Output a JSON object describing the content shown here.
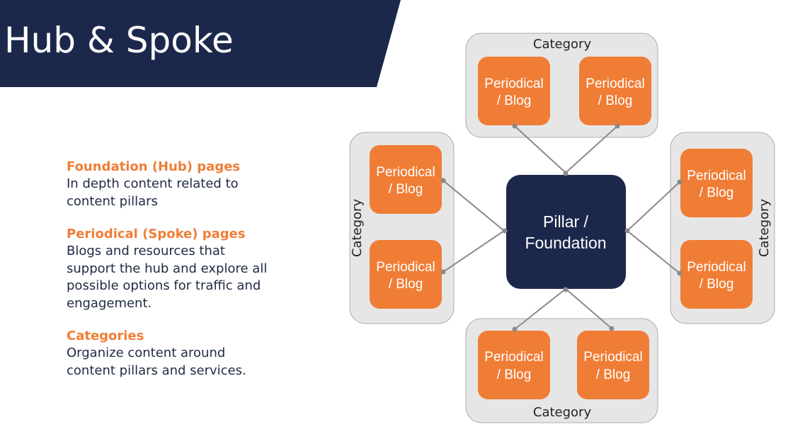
{
  "slide": {
    "title": "Hub & Spoke",
    "colors": {
      "navy": "#1c284b",
      "orange": "#f07d36",
      "category_fill": "#e6e6e6",
      "connector": "#8a8a8a"
    }
  },
  "legend": [
    {
      "heading": "Foundation (Hub) pages",
      "lines": [
        "In depth content related to",
        "content pillars"
      ]
    },
    {
      "heading": "Periodical (Spoke) pages",
      "lines": [
        "Blogs and resources that",
        "support the hub and explore all",
        "possible options for traffic and",
        "engagement."
      ]
    },
    {
      "heading": "Categories",
      "lines": [
        "Organize content around",
        "content pillars and services."
      ]
    }
  ],
  "diagram": {
    "hub": {
      "lines": [
        "Pillar /",
        "Foundation"
      ]
    },
    "categories": [
      {
        "position": "top",
        "label": "Category",
        "spokes": [
          {
            "lines": [
              "Periodical",
              "/ Blog"
            ]
          },
          {
            "lines": [
              "Periodical",
              "/ Blog"
            ]
          }
        ]
      },
      {
        "position": "left",
        "label": "Category",
        "spokes": [
          {
            "lines": [
              "Periodical",
              "/ Blog"
            ]
          },
          {
            "lines": [
              "Periodical",
              "/ Blog"
            ]
          }
        ]
      },
      {
        "position": "right",
        "label": "Category",
        "spokes": [
          {
            "lines": [
              "Periodical",
              "/ Blog"
            ]
          },
          {
            "lines": [
              "Periodical",
              "/ Blog"
            ]
          }
        ]
      },
      {
        "position": "bottom",
        "label": "Category",
        "spokes": [
          {
            "lines": [
              "Periodical",
              "/ Blog"
            ]
          },
          {
            "lines": [
              "Periodical",
              "/ Blog"
            ]
          }
        ]
      }
    ]
  }
}
